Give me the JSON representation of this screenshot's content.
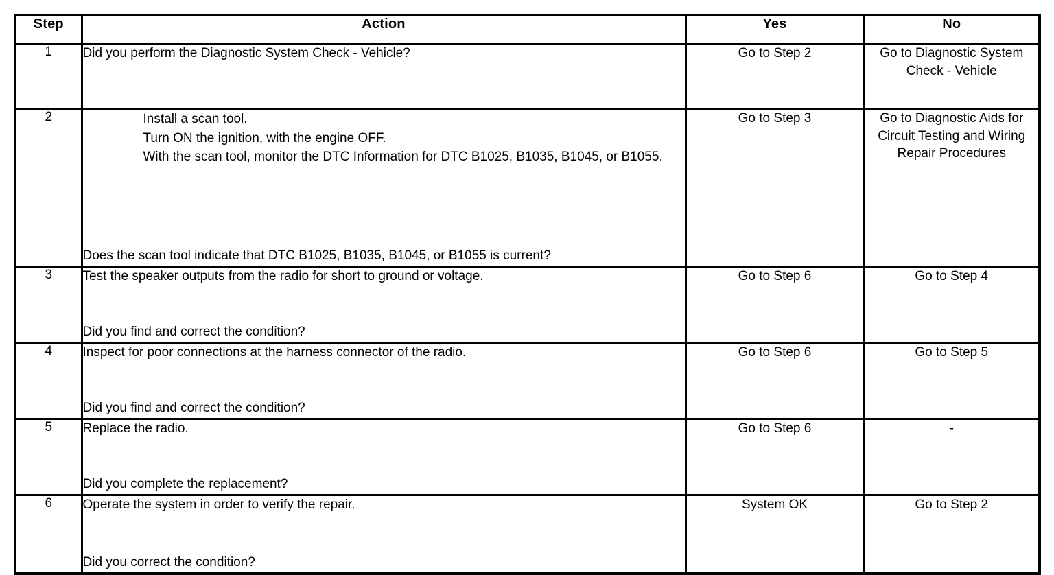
{
  "table": {
    "headers": {
      "step": "Step",
      "action": "Action",
      "yes": "Yes",
      "no": "No"
    },
    "rows": [
      {
        "step": "1",
        "action_lead": "Did you perform the Diagnostic System Check - Vehicle?",
        "substeps": [],
        "question": "",
        "yes": "Go to Step 2",
        "no": "Go to Diagnostic System Check - Vehicle",
        "yes_align": "bottom",
        "no_align": "middle"
      },
      {
        "step": "2",
        "action_lead": "",
        "substeps": [
          "Install a scan tool.",
          "Turn ON the ignition, with the engine OFF.",
          "With the scan tool, monitor the DTC Information for DTC B1025, B1035, B1045, or B1055."
        ],
        "question": "Does the scan tool indicate that DTC B1025, B1035, B1045, or B1055 is current?",
        "yes": "Go to Step 3",
        "no": "Go to Diagnostic Aids for Circuit Testing and Wiring Repair Procedures",
        "yes_align": "bottom",
        "no_align": "middle"
      },
      {
        "step": "3",
        "action_lead": "Test the speaker outputs from the radio for short to ground or voltage.",
        "substeps": [],
        "question": "Did you find and correct the condition?",
        "yes": "Go to Step 6",
        "no": "Go to Step 4",
        "yes_align": "bottom",
        "no_align": "bottom"
      },
      {
        "step": "4",
        "action_lead": "Inspect for poor connections at the harness connector of the radio.",
        "substeps": [],
        "question": "Did you find and correct the condition?",
        "yes": "Go to Step 6",
        "no": "Go to Step 5",
        "yes_align": "bottom",
        "no_align": "bottom"
      },
      {
        "step": "5",
        "action_lead": "Replace the radio.",
        "substeps": [],
        "question": "Did you complete the replacement?",
        "yes": "Go to Step 6",
        "no": "-",
        "yes_align": "bottom",
        "no_align": "middle"
      },
      {
        "step": "6",
        "action_lead": "Operate the system in order to verify the repair.",
        "substeps": [],
        "question": "Did you correct the condition?",
        "yes": "System OK",
        "no": "Go to Step 2",
        "yes_align": "bottom",
        "no_align": "bottom"
      }
    ]
  }
}
